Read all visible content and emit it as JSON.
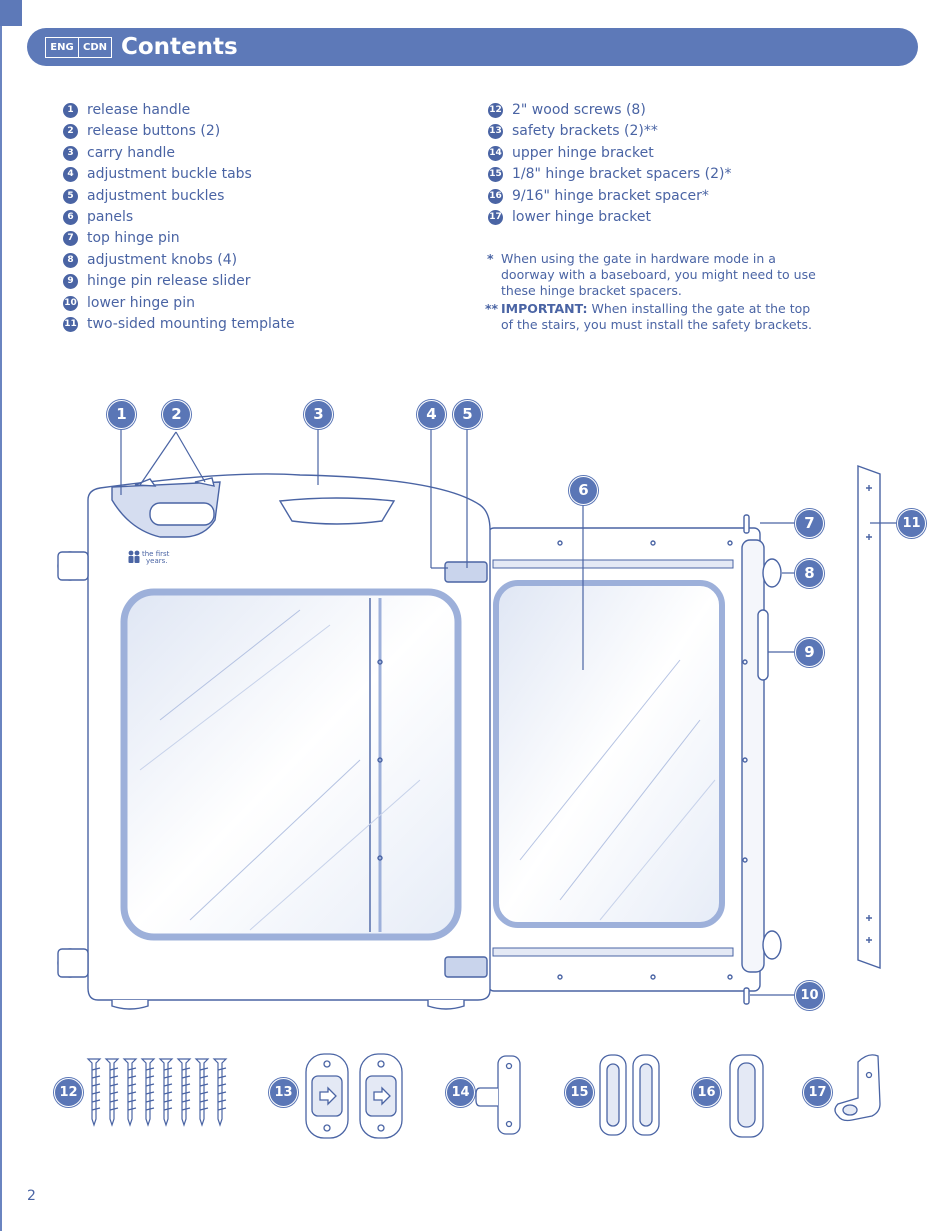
{
  "header": {
    "lang_tags": [
      "ENG",
      "CDN"
    ],
    "title": "Contents"
  },
  "parts_left": [
    {
      "num": "1",
      "label": "release handle"
    },
    {
      "num": "2",
      "label": "release buttons (2)"
    },
    {
      "num": "3",
      "label": "carry handle"
    },
    {
      "num": "4",
      "label": "adjustment buckle tabs"
    },
    {
      "num": "5",
      "label": "adjustment buckles"
    },
    {
      "num": "6",
      "label": "panels"
    },
    {
      "num": "7",
      "label": "top hinge pin"
    },
    {
      "num": "8",
      "label": "adjustment knobs (4)"
    },
    {
      "num": "9",
      "label": "hinge pin release slider"
    },
    {
      "num": "10",
      "label": "lower hinge pin"
    },
    {
      "num": "11",
      "label": "two-sided mounting template"
    }
  ],
  "parts_right": [
    {
      "num": "12",
      "label": "2\" wood screws (8)"
    },
    {
      "num": "13",
      "label": "safety brackets (2)**"
    },
    {
      "num": "14",
      "label": "upper hinge bracket"
    },
    {
      "num": "15",
      "label": "1/8\" hinge bracket spacers (2)*"
    },
    {
      "num": "16",
      "label": "9/16\" hinge bracket spacer*"
    },
    {
      "num": "17",
      "label": "lower hinge bracket"
    }
  ],
  "notes": {
    "note1_mark": "*",
    "note1_text": "When using the gate in hardware mode in a doorway with a baseboard, you might need to use these hinge bracket spacers.",
    "note2_mark": "**",
    "note2_bold": "IMPORTANT:",
    "note2_text": " When installing the gate at the top of the stairs, you must install the safety brackets."
  },
  "callouts": {
    "c1": "1",
    "c2": "2",
    "c3": "3",
    "c4": "4",
    "c5": "5",
    "c6": "6",
    "c7": "7",
    "c8": "8",
    "c9": "9",
    "c10": "10",
    "c11": "11",
    "c12": "12",
    "c13": "13",
    "c14": "14",
    "c15": "15",
    "c16": "16",
    "c17": "17"
  },
  "logo_text": "the first years.",
  "page_number": "2",
  "colors": {
    "accent": "#5d79b8",
    "text": "#4a64a4",
    "line": "#4a64a4"
  }
}
